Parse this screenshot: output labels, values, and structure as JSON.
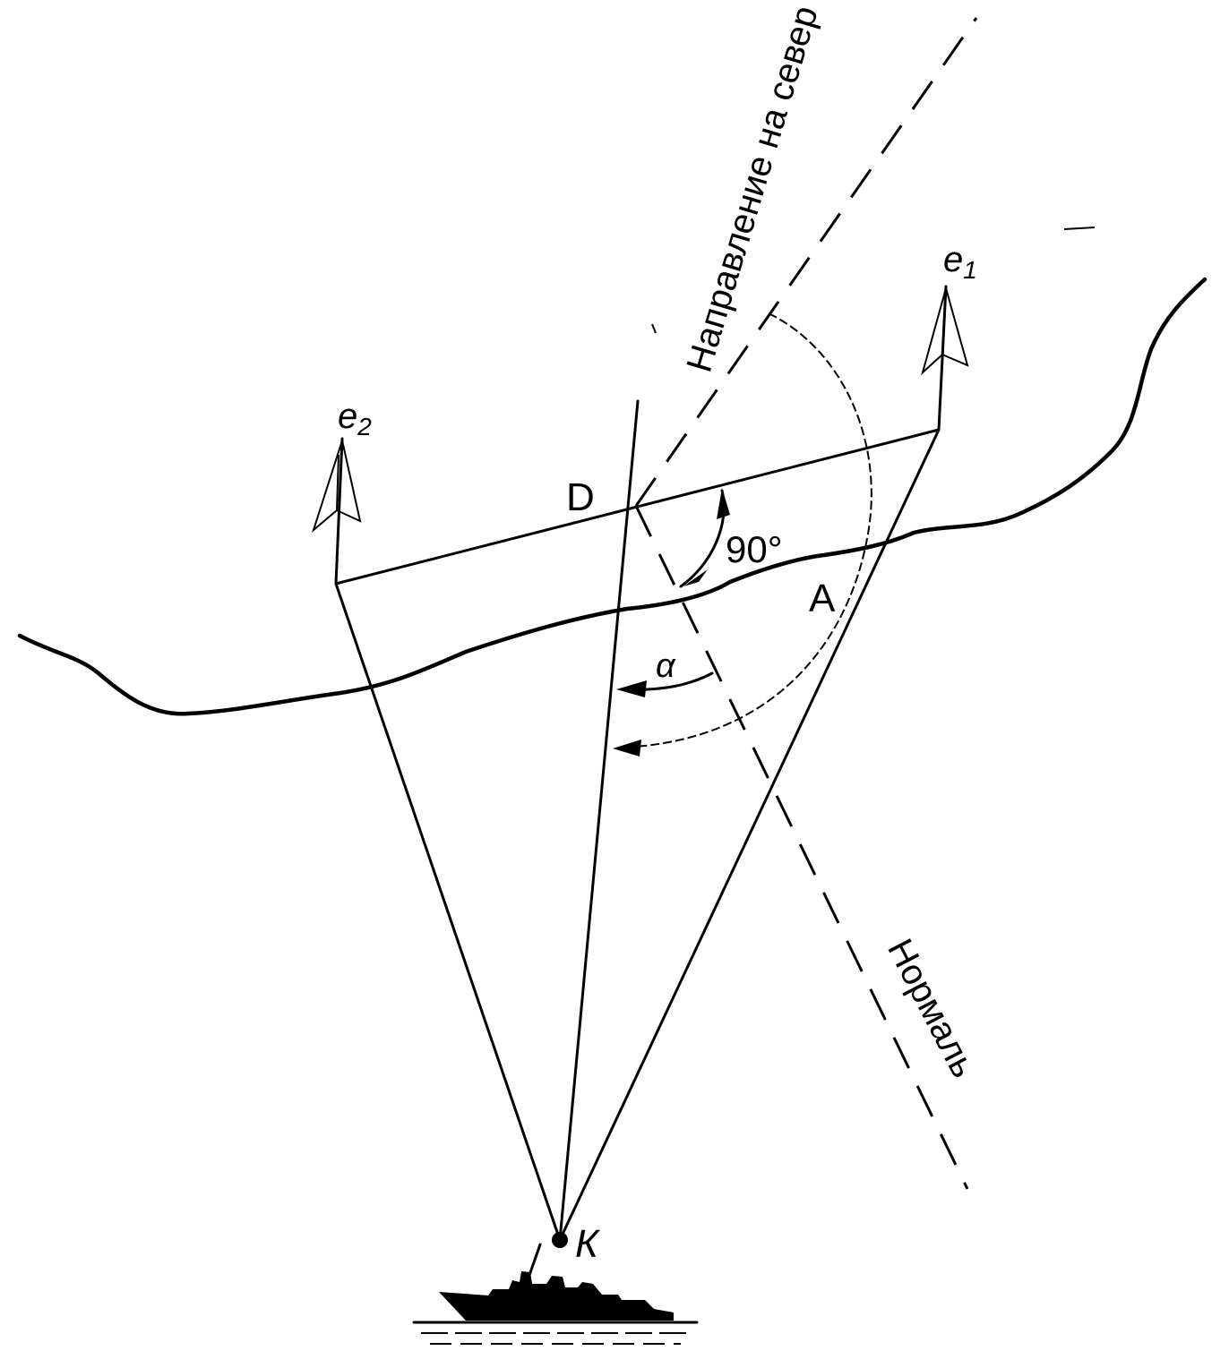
{
  "labels": {
    "north": "Направление на север",
    "normal": "Нормаль",
    "e1_base": "e",
    "e1_sub": "1",
    "e2_base": "e",
    "e2_sub": "2",
    "point_d": "D",
    "point_a": "A",
    "point_k": "К",
    "angle_right": "90°",
    "angle_alpha": "α"
  }
}
